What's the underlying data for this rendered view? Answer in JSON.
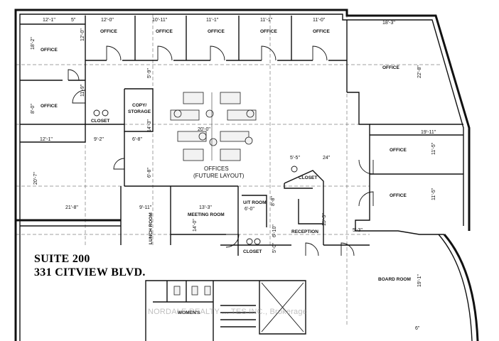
{
  "suite": {
    "line1": "SUITE 200",
    "line2": "331 CITVIEW BLVD."
  },
  "watermark": "NORDALE REALTY ... TES INC., Brokerage",
  "rooms": {
    "office_tl": "OFFICE",
    "office_t1": "OFFICE",
    "office_t2": "OFFICE",
    "office_t3": "OFFICE",
    "office_t4": "OFFICE",
    "office_t5": "OFFICE",
    "office_tr": "OFFICE",
    "office_l2": "OFFICE",
    "office_r1": "OFFICE",
    "office_r2": "OFFICE",
    "copy_1": "COPY/",
    "copy_2": "STORAGE",
    "closet_1": "CLOSET",
    "closet_2": "CLOSET",
    "closet_3": "CLOSET",
    "offices_1": "OFFICES",
    "offices_2": "(FUTURE LAYOUT)",
    "meeting": "MEETING ROOM",
    "lunch": "LUNCH ROOM",
    "ut": "U/T ROOM",
    "reception": "RECEPTION",
    "board": "BOARD ROOM",
    "womens": "WOMEN'S"
  },
  "dims": {
    "d1": "12'-1\"",
    "d2": "5\"",
    "d3": "12'-0\"",
    "d4": "10'-11\"",
    "d5": "11'-1\"",
    "d6": "11'-1\"",
    "d7": "11'-0\"",
    "d8": "18'-3\"",
    "d9": "18'-2\"",
    "d10": "12'-0\"",
    "d11": "22'-8\"",
    "d12": "5'-9\"",
    "d13": "11'-9\"",
    "d14": "8'-0\"",
    "d15": "14'-3\"",
    "d16": "20'-0\"",
    "d17": "12'-1\"",
    "d18": "9'-2\"",
    "d19": "6'-8\"",
    "d20": "19'-11\"",
    "d21": "11'-5\"",
    "d22": "5'-5\"",
    "d23": "24\"",
    "d24": "20'-7\"",
    "d25": "6'-8\"",
    "d26": "11'-5\"",
    "d27": "21'-8\"",
    "d28": "9'-11\"",
    "d29": "13'-3\"",
    "d30": "6'-0\"",
    "d31": "8'-8\"",
    "d32": "14'-0\"",
    "d33": "5'-3\"",
    "d34": "6'-10\"",
    "d35": "5'-0\"",
    "d36": "15'-5\"",
    "d37": "19'-1\"",
    "d38": "6\""
  }
}
